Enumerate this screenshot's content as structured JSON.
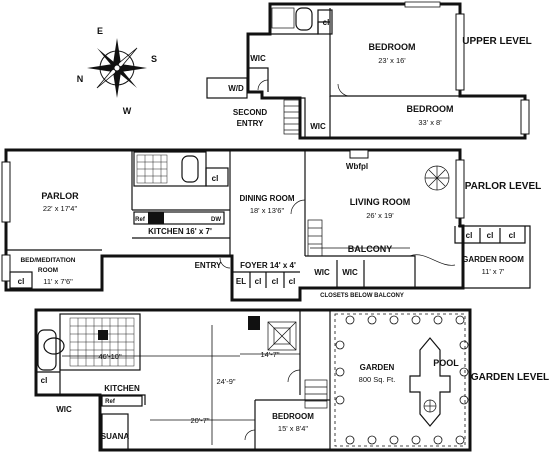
{
  "compass": {
    "n": "N",
    "e": "E",
    "s": "S",
    "w": "W"
  },
  "levels": {
    "upper": "UPPER LEVEL",
    "parlor": "PARLOR LEVEL",
    "garden": "GARDEN LEVEL"
  },
  "upper": {
    "cl": "cl",
    "bedroom1": {
      "name": "BEDROOM",
      "size": "23' x 16'"
    },
    "wic1": "WIC",
    "wd": "W/D",
    "second_entry": [
      "SECOND",
      "ENTRY"
    ],
    "wic2": "WIC",
    "bedroom2": {
      "name": "BEDROOM",
      "size": "33' x 8'"
    }
  },
  "parlor": {
    "parlor": {
      "name": "PARLOR",
      "size": "22' x 17'4\""
    },
    "cl": "cl",
    "dining": {
      "name": "DINING ROOM",
      "size": "18' x 13'6\""
    },
    "ref": "Ref",
    "dw": "DW",
    "kitchen": "KITCHEN 16' x 7'",
    "wbfpl": "Wbfpl",
    "living": {
      "name": "LIVING ROOM",
      "size": "26' x 19'"
    },
    "balcony": "BALCONY",
    "wic_a": "WIC",
    "wic_b": "WIC",
    "garden_room": {
      "name": "GARDEN ROOM",
      "size": "11' x 7'"
    },
    "bed_med": {
      "name1": "BED/MEDITATION",
      "name2": "ROOM",
      "size": "11' x 7'6\""
    },
    "entry": "ENTRY",
    "foyer": "FOYER 14' x 4'",
    "el": "EL",
    "closets_below": "CLOSETS BELOW BALCONY"
  },
  "garden": {
    "dim1": "46'-10\"",
    "dim2": "14'-7\"",
    "dim3": "24'-9\"",
    "dim4": "20'-7\"",
    "kitchen": "KITCHEN",
    "ref": "Ref",
    "wic": "WIC",
    "suana": "SUANA",
    "bedroom": {
      "name": "BEDROOM",
      "size": "15' x 8'4\""
    },
    "garden": {
      "name": "GARDEN",
      "size": "800 Sq. Ft."
    },
    "pool": "POOL",
    "cl": "cl"
  }
}
